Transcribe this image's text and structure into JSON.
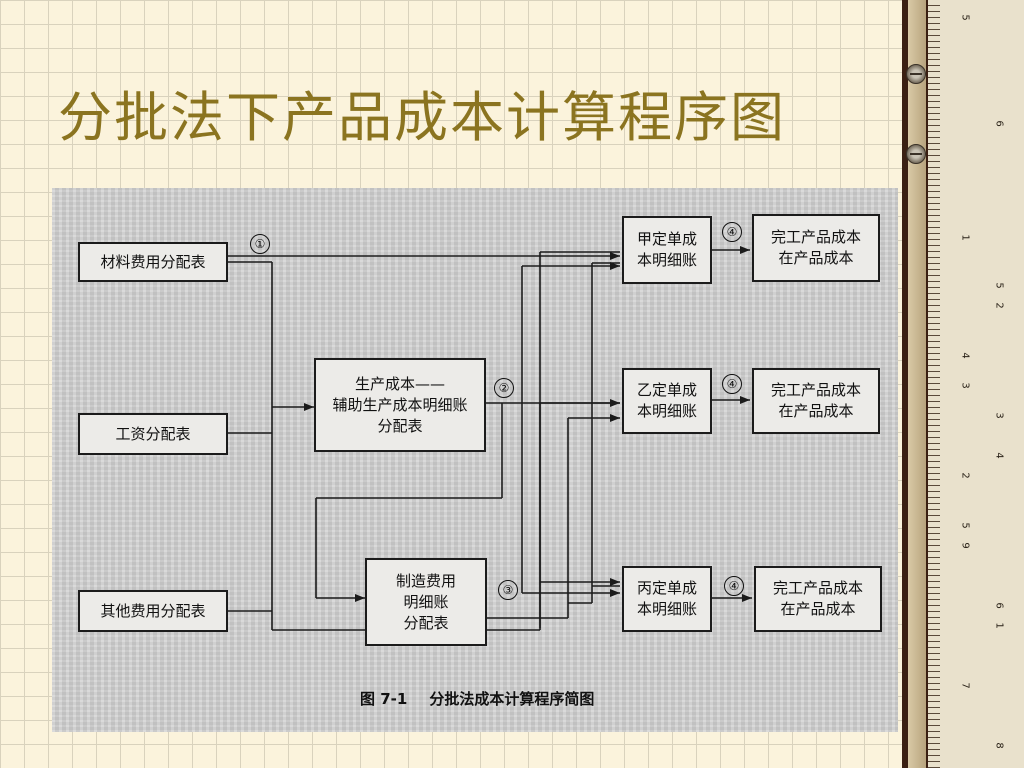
{
  "slide": {
    "title": "分批法下产品成本计算程序图"
  },
  "diagram": {
    "boxes": {
      "materials": "材料费用分配表",
      "wages": "工资分配表",
      "other": "其他费用分配表",
      "aux": "生产成本——\n辅助生产成本明细账\n分配表",
      "overhead": "制造费用\n明细账\n分配表",
      "ledger_a": "甲定单成\n本明细账",
      "ledger_b": "乙定单成\n本明细账",
      "ledger_c": "丙定单成\n本明细账",
      "result_a": "完工产品成本\n在产品成本",
      "result_b": "完工产品成本\n在产品成本",
      "result_c": "完工产品成本\n在产品成本"
    },
    "markers": {
      "m1": "①",
      "m2": "②",
      "m3": "③",
      "m4a": "④",
      "m4b": "④",
      "m4c": "④"
    },
    "caption": {
      "number": "图 7-1",
      "text": "分批法成本计算程序简图"
    }
  },
  "ruler_numbers": [
    "5",
    "6",
    "1",
    "2",
    "3",
    "4",
    "5",
    "6",
    "7",
    "8",
    "9",
    "1",
    "2",
    "3",
    "4",
    "5"
  ]
}
